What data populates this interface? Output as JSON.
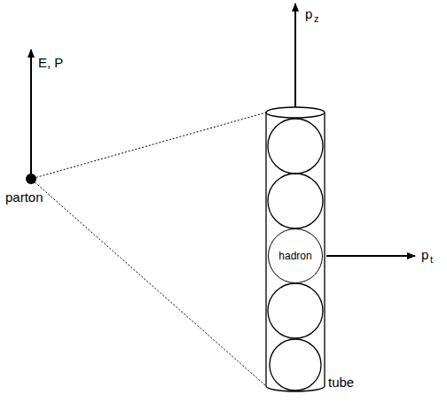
{
  "diagram": {
    "nodes": [
      {
        "text": [
          "parton"
        ]
      },
      {
        "text": [
          "tube"
        ]
      },
      {
        "text": [
          "hadron"
        ],
        "in": 1
      }
    ],
    "edges": [
      {
        "from": 0,
        "to": 1,
        "arrow": "none"
      },
      {
        "from": 0,
        "to": 1,
        "arrow": "none"
      }
    ],
    "labels": [
      "E, P",
      "p",
      "z",
      "p",
      "t"
    ]
  }
}
